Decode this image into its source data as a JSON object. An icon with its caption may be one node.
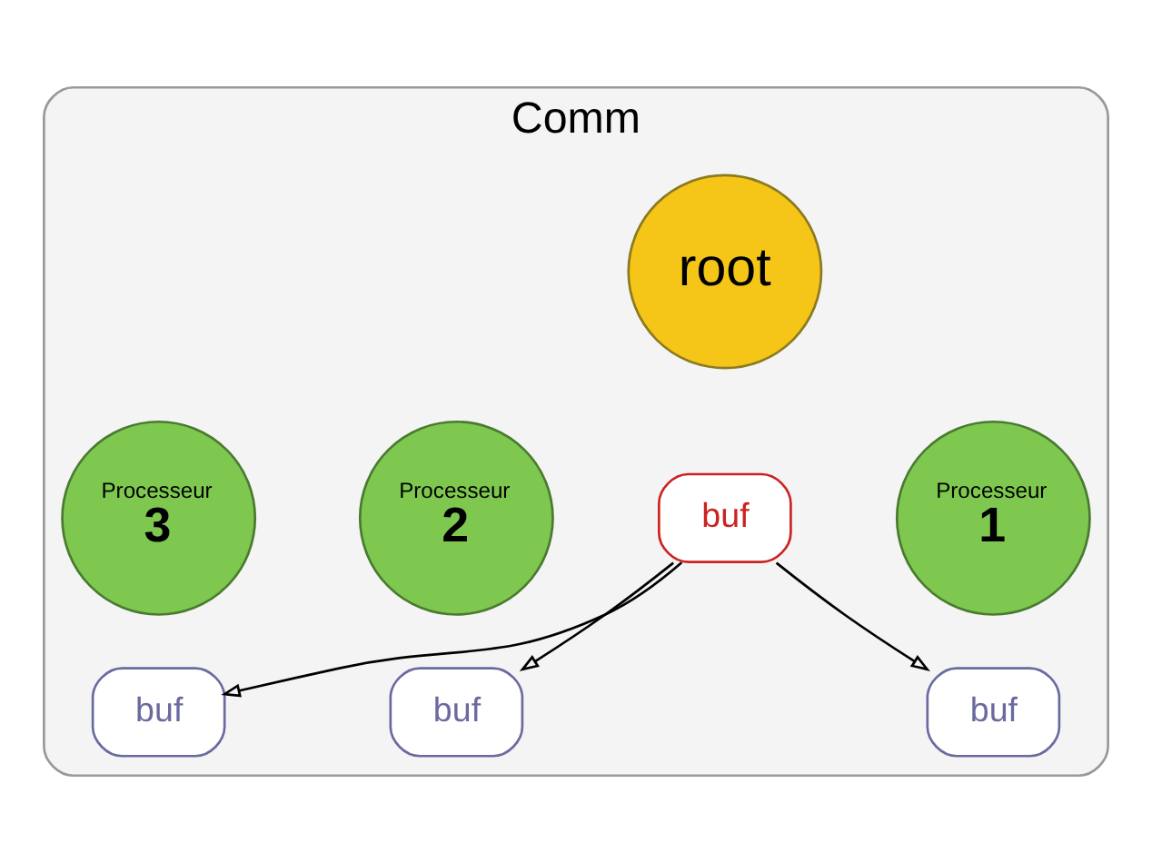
{
  "diagram": {
    "nodes": [
      {
        "text": [
          "Comm"
        ]
      },
      {
        "text": [
          "root"
        ],
        "in": 0
      },
      {
        "text": [
          "buf"
        ],
        "in": 0
      },
      {
        "text": [
          "Processeur",
          "1"
        ],
        "in": 0
      },
      {
        "text": [
          "buf"
        ],
        "in": 0
      },
      {
        "text": [
          "Processeur",
          "2"
        ],
        "in": 0
      },
      {
        "text": [
          "buf"
        ],
        "in": 0
      },
      {
        "text": [
          "Processeur",
          "3"
        ],
        "in": 0
      },
      {
        "text": [
          "buf"
        ],
        "in": 0
      }
    ],
    "edges": [
      {
        "from": 2,
        "to": 4,
        "arrow": "to"
      },
      {
        "from": 2,
        "to": 6,
        "arrow": "to"
      },
      {
        "from": 2,
        "to": 8,
        "arrow": "to"
      }
    ]
  }
}
